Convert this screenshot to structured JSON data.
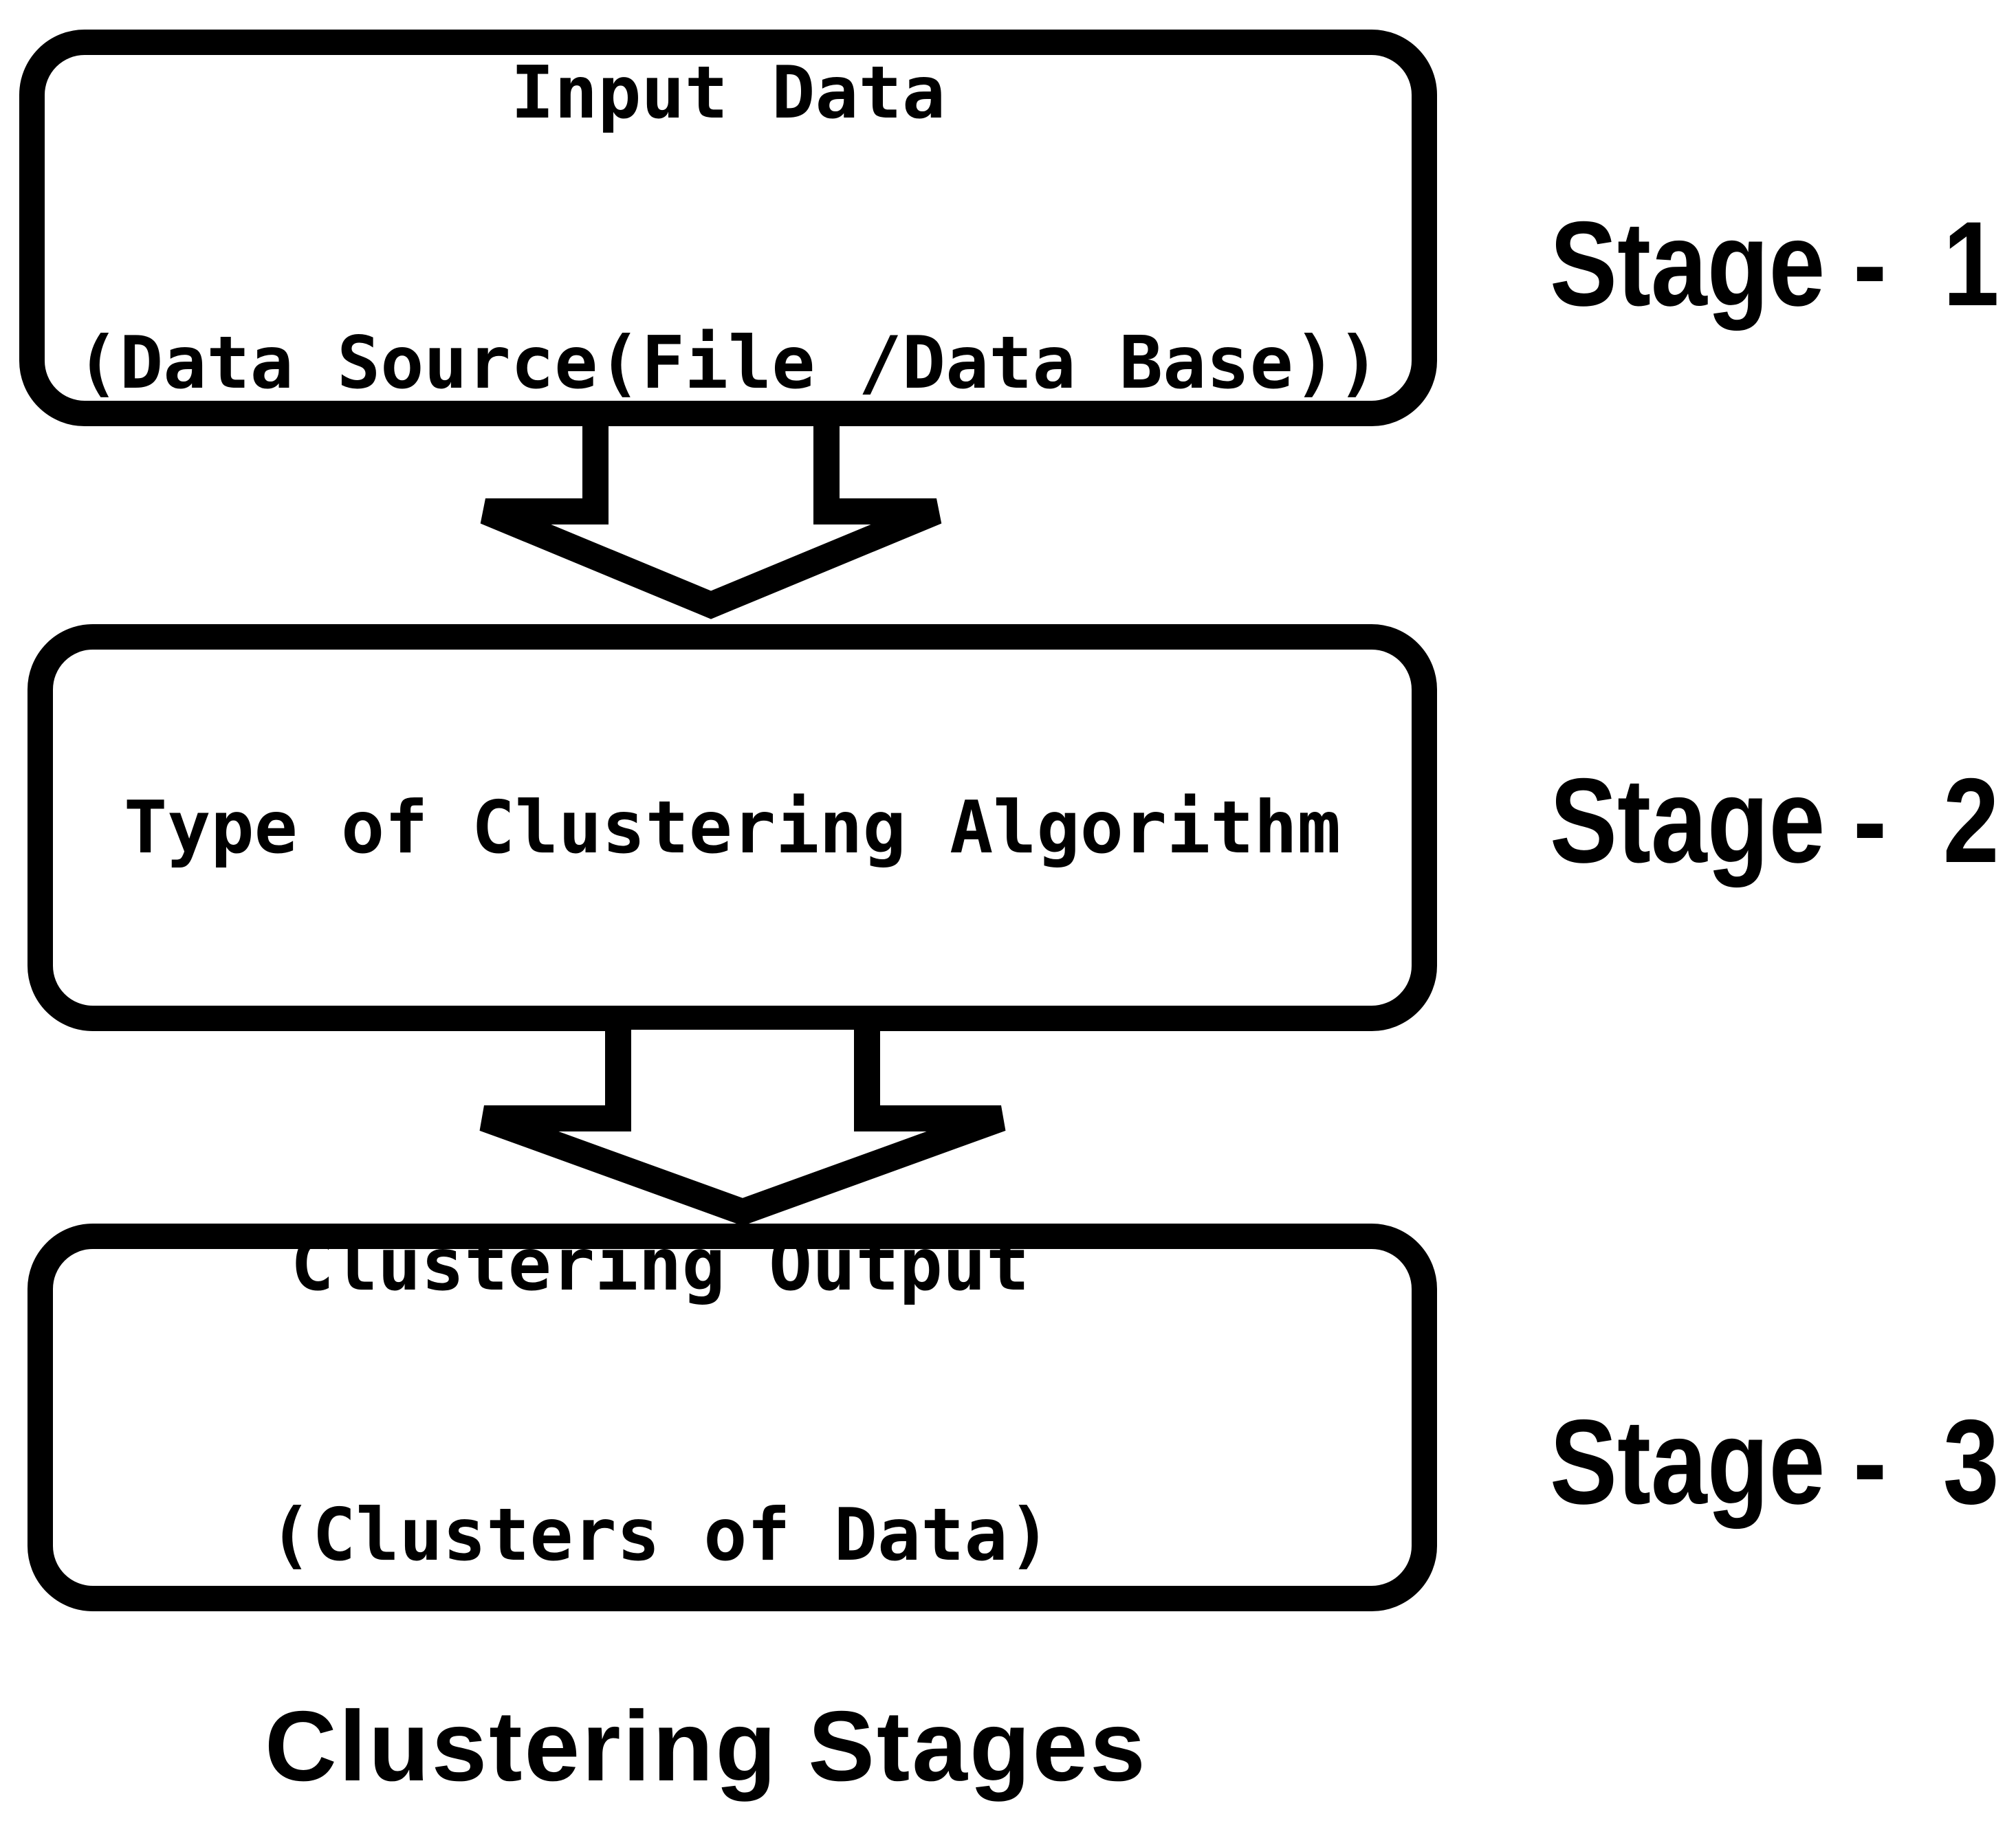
{
  "diagram": {
    "caption": "Clustering Stages",
    "boxes": [
      {
        "line1": "Input Data",
        "line2": "(Data Source(File /Data Base))"
      },
      {
        "line1": "Type of Clustering Algorithm"
      },
      {
        "line1": "Clustering Output",
        "line2": "(Clusters of Data)"
      }
    ],
    "stage_labels": [
      "Stage -  1",
      "Stage -  2",
      "Stage -  3"
    ],
    "colors": {
      "ink": "#000000",
      "background": "#ffffff"
    }
  }
}
